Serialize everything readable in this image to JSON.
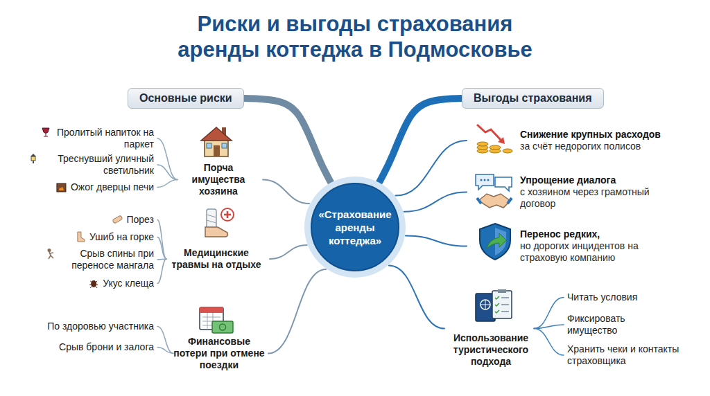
{
  "diagram": {
    "title": "Риски и выгоды страхования аренды коттеджа в Подмосковье",
    "nodes": [
      {
        "text": [
          "«Страхование аренды коттеджа»"
        ]
      },
      {
        "text": [
          "Основные риски"
        ]
      },
      {
        "text": [
          "Выгоды страхования"
        ]
      },
      {
        "text": [
          "Порча имущества хозяина"
        ]
      },
      {
        "text": [
          "Пролитый напиток на паркет"
        ]
      },
      {
        "text": [
          "Треснувший уличный светильник"
        ]
      },
      {
        "text": [
          "Ожог дверцы печи"
        ]
      },
      {
        "text": [
          "Медицинские травмы на отдыхе"
        ]
      },
      {
        "text": [
          "Порез"
        ]
      },
      {
        "text": [
          "Ушиб на горке"
        ]
      },
      {
        "text": [
          "Срыв спины при переносе мангала"
        ]
      },
      {
        "text": [
          "Укус клеща"
        ]
      },
      {
        "text": [
          "Финансовые потери при отмене поездки"
        ]
      },
      {
        "text": [
          "По здоровью участника"
        ]
      },
      {
        "text": [
          "Срыв брони и залога"
        ]
      },
      {
        "text": [
          "Снижение крупных расходов",
          "за счёт недорогих полисов"
        ]
      },
      {
        "text": [
          "Упрощение диалога",
          "с хозяином через грамотный договор"
        ]
      },
      {
        "text": [
          "Перенос редких,",
          "но дорогих инцидентов на страховую компанию"
        ]
      },
      {
        "text": [
          "Использование туристического подхода"
        ]
      },
      {
        "text": [
          "Читать условия"
        ]
      },
      {
        "text": [
          "Фиксировать имущество"
        ]
      },
      {
        "text": [
          "Хранить чеки и контакты страховщика"
        ]
      }
    ],
    "edges": [
      {
        "from": 0,
        "to": 1,
        "arrow": "none"
      },
      {
        "from": 0,
        "to": 2,
        "arrow": "none"
      },
      {
        "from": 0,
        "to": 3,
        "arrow": "none"
      },
      {
        "from": 0,
        "to": 7,
        "arrow": "none"
      },
      {
        "from": 0,
        "to": 12,
        "arrow": "none"
      },
      {
        "from": 0,
        "to": 15,
        "arrow": "none"
      },
      {
        "from": 0,
        "to": 16,
        "arrow": "none"
      },
      {
        "from": 0,
        "to": 17,
        "arrow": "none"
      },
      {
        "from": 0,
        "to": 18,
        "arrow": "none"
      },
      {
        "from": 3,
        "to": 4,
        "arrow": "none"
      },
      {
        "from": 3,
        "to": 5,
        "arrow": "none"
      },
      {
        "from": 3,
        "to": 6,
        "arrow": "none"
      },
      {
        "from": 7,
        "to": 8,
        "arrow": "none"
      },
      {
        "from": 7,
        "to": 9,
        "arrow": "none"
      },
      {
        "from": 7,
        "to": 10,
        "arrow": "none"
      },
      {
        "from": 7,
        "to": 11,
        "arrow": "none"
      },
      {
        "from": 12,
        "to": 13,
        "arrow": "none"
      },
      {
        "from": 12,
        "to": 14,
        "arrow": "none"
      },
      {
        "from": 18,
        "to": 19,
        "arrow": "none"
      },
      {
        "from": 18,
        "to": 20,
        "arrow": "none"
      },
      {
        "from": 18,
        "to": 21,
        "arrow": "none"
      }
    ]
  }
}
